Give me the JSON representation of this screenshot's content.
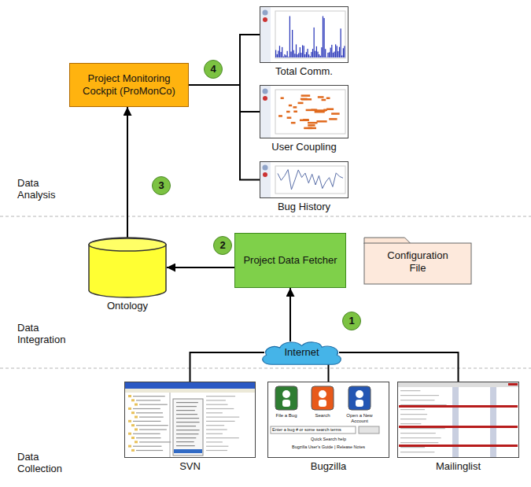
{
  "diagram": {
    "nodes": [
      {
        "text": [
          "Project Monitoring Cockpit (ProMonCo)"
        ]
      },
      {
        "text": [
          "Total Comm."
        ]
      },
      {
        "text": [
          "User Coupling"
        ]
      },
      {
        "text": [
          "Bug History"
        ]
      },
      {
        "text": [
          "Ontology"
        ]
      },
      {
        "text": [
          "Project Data Fetcher"
        ]
      },
      {
        "text": [
          "Configuration File"
        ]
      },
      {
        "text": [
          "Internet"
        ]
      },
      {
        "text": [
          "SVN"
        ]
      },
      {
        "text": [
          "Bugzilla"
        ]
      },
      {
        "text": [
          "Mailinglist"
        ]
      }
    ],
    "edges": [
      {
        "from": 7,
        "to": 5,
        "arrow": "to"
      },
      {
        "from": 5,
        "to": 4,
        "arrow": "to"
      },
      {
        "from": 4,
        "to": 0,
        "arrow": "to"
      },
      {
        "from": 0,
        "to": 1,
        "arrow": "none"
      },
      {
        "from": 0,
        "to": 2,
        "arrow": "none"
      },
      {
        "from": 0,
        "to": 3,
        "arrow": "none"
      },
      {
        "from": 8,
        "to": 7,
        "arrow": "none"
      },
      {
        "from": 9,
        "to": 7,
        "arrow": "none"
      },
      {
        "from": 10,
        "to": 7,
        "arrow": "none"
      }
    ],
    "labels": [
      "Data Analysis",
      "Data Integration",
      "Data Collection",
      "1",
      "2",
      "3",
      "4",
      "File a Bug",
      "Search",
      "Open a New Account",
      "Enter a bug # or some search terms",
      "Quick Search help",
      "Bugzilla User's Guide | Release Notes"
    ]
  }
}
